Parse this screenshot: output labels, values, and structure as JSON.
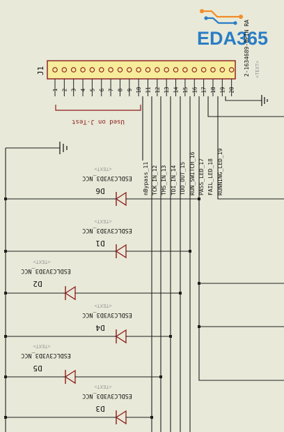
{
  "colors": {
    "background": "#e8e9d8",
    "wire": "#1e1e1e",
    "part": "#8b1a1a",
    "label_text": "#111111",
    "placeholder": "#9a9a9a",
    "connector_fill": "#f6ec9a",
    "logo_blue": "#2a7dc6",
    "logo_orange": "#f28c28"
  },
  "logo": {
    "text": "EDA365"
  },
  "connector": {
    "ref": "J1",
    "part_number": "2-1634689-0PIN RA",
    "placeholder": "<TEXT>",
    "pins": [
      "1",
      "2",
      "3",
      "4",
      "5",
      "6",
      "7",
      "8",
      "9",
      "10",
      "11",
      "12",
      "13",
      "14",
      "15",
      "16",
      "17",
      "18",
      "19",
      "20"
    ],
    "bracket_label": "Used on J-Test"
  },
  "nets": [
    "nBypass_11",
    "TCK_IN_12",
    "TMS_IN_13",
    "TDI_IN_14",
    "TDO_OUT_15",
    "RUN_SWITCH_16",
    "PASS_LED_17",
    "FAIL_LED_18",
    "RUNNING_LED_19"
  ],
  "diodes": [
    {
      "ref": "D6",
      "value": "ESDLC3V3D3_NCC",
      "placeholder": "<TEXT>"
    },
    {
      "ref": "D1",
      "value": "ESDLC3V3D3_NCC",
      "placeholder": "<TEXT>"
    },
    {
      "ref": "D2",
      "value": "ESDLC3V3D3_NCC",
      "placeholder": "<TEXT>"
    },
    {
      "ref": "D4",
      "value": "ESDLC3V3D3_NCC",
      "placeholder": "<TEXT>"
    },
    {
      "ref": "D5",
      "value": "ESDLC3V3D3_NCC",
      "placeholder": "<TEXT>"
    },
    {
      "ref": "D3",
      "value": "ESDLC3V3D3_NCC",
      "placeholder": "<TEXT>"
    }
  ]
}
